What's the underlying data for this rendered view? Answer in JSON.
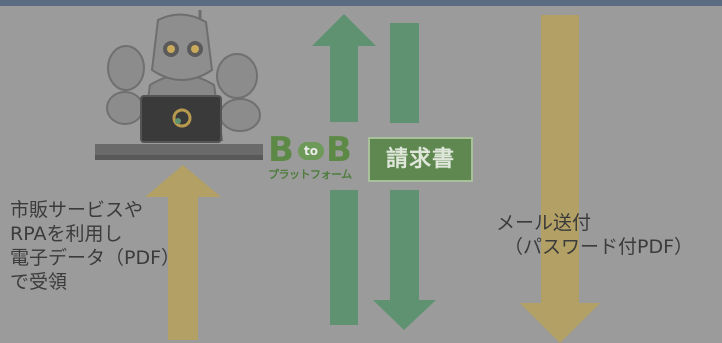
{
  "left_text": {
    "lines": [
      "市販サービスや",
      "RPAを利用し",
      "電子データ（PDF）",
      "で受領"
    ]
  },
  "right_text": {
    "lines": [
      "メール送付",
      "（パスワード付PDF）"
    ]
  },
  "platform_logo": {
    "letter_b1": "B",
    "letter_to": "to",
    "letter_b2": "B",
    "subtitle": "プラットフォーム"
  },
  "invoice_label": "請求書",
  "icons": [
    "robot-icon",
    "laptop-icon"
  ],
  "colors": {
    "background": "#9b9b9b",
    "green_arrow": "#5e9270",
    "gold_arrow": "#b2a064",
    "logo_green": "#5c8a46",
    "invoice_box": "#5f8851"
  }
}
